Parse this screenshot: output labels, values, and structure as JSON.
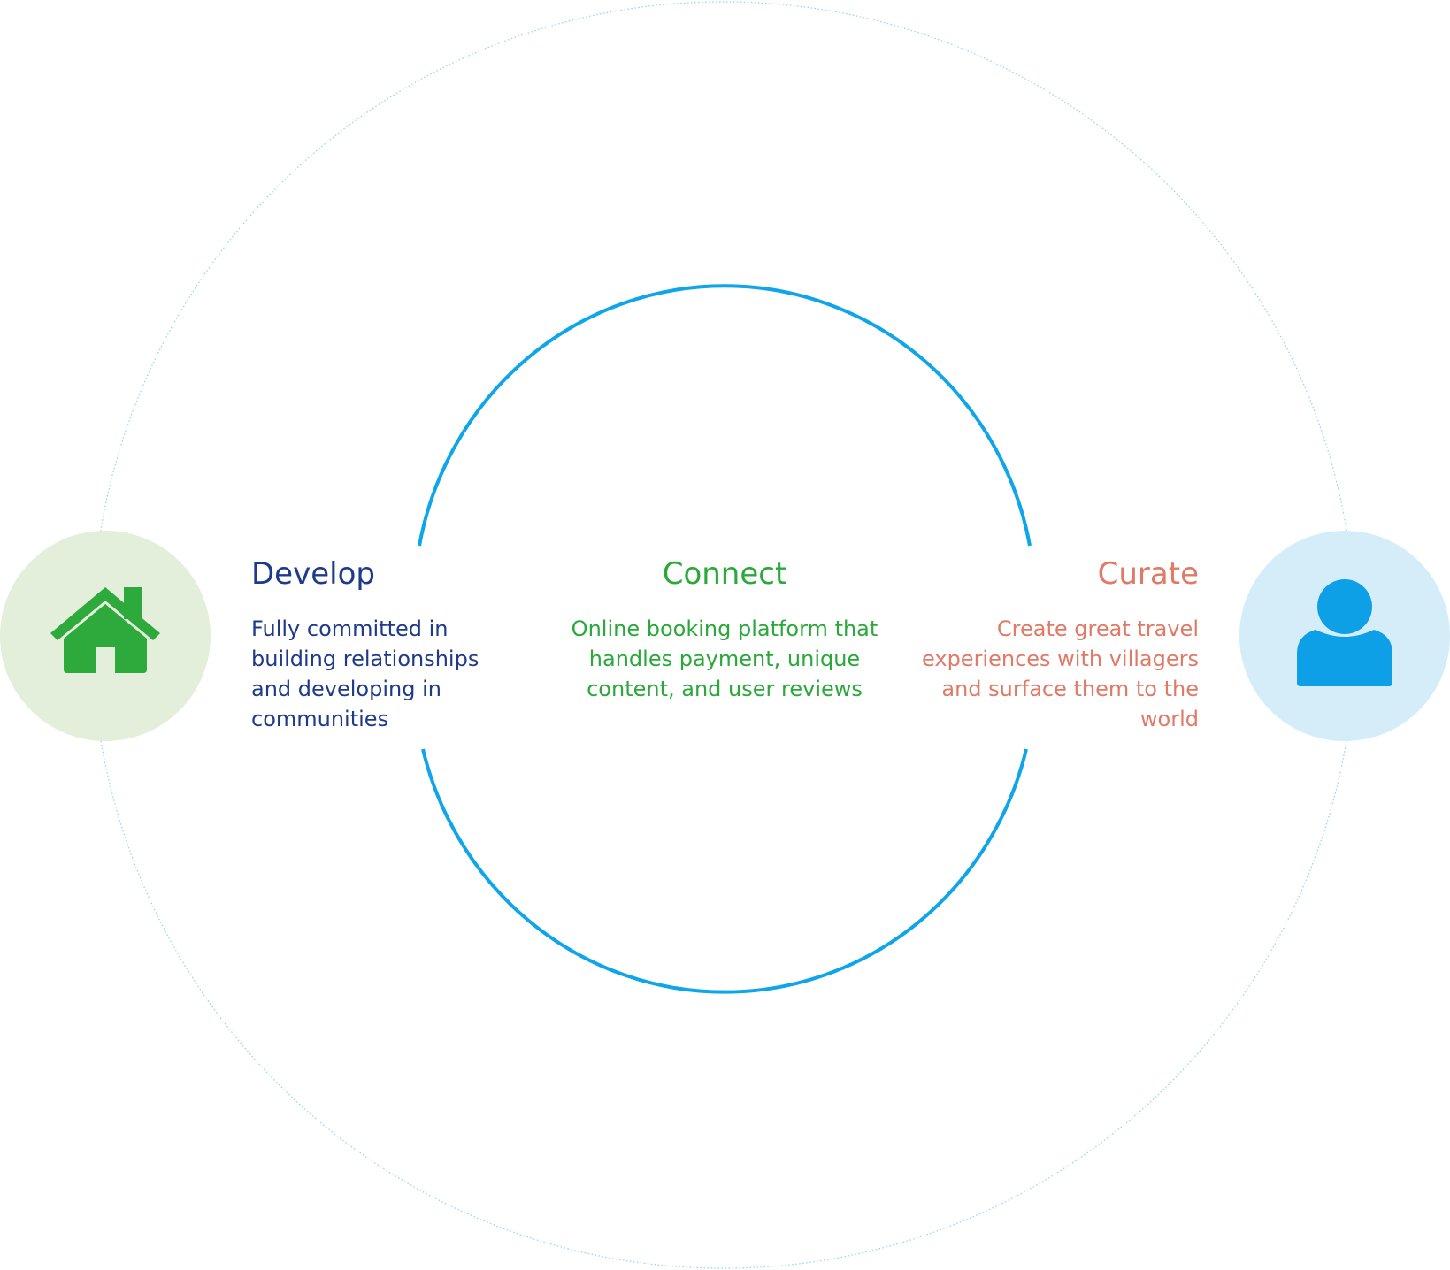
{
  "colors": {
    "outer_ring": "#8fd3f0",
    "inner_ring": "#0ea5e9",
    "develop": "#1e3a8a",
    "connect": "#2aa83a",
    "curate": "#e07a66",
    "home_badge_bg": "#e3efdb",
    "home_icon": "#2eaa3c",
    "person_badge_bg": "#d5edf9",
    "person_icon": "#0ea0e6"
  },
  "icons": {
    "left": "home-icon",
    "right": "user-icon"
  },
  "pillars": [
    {
      "title": "Develop",
      "text": "Fully committed in building relationships and developing in communities"
    },
    {
      "title": "Connect",
      "text": "Online booking platform that handles payment, unique content, and user reviews"
    },
    {
      "title": "Curate",
      "text": "Create great travel experiences with villagers and surface them to the world"
    }
  ]
}
